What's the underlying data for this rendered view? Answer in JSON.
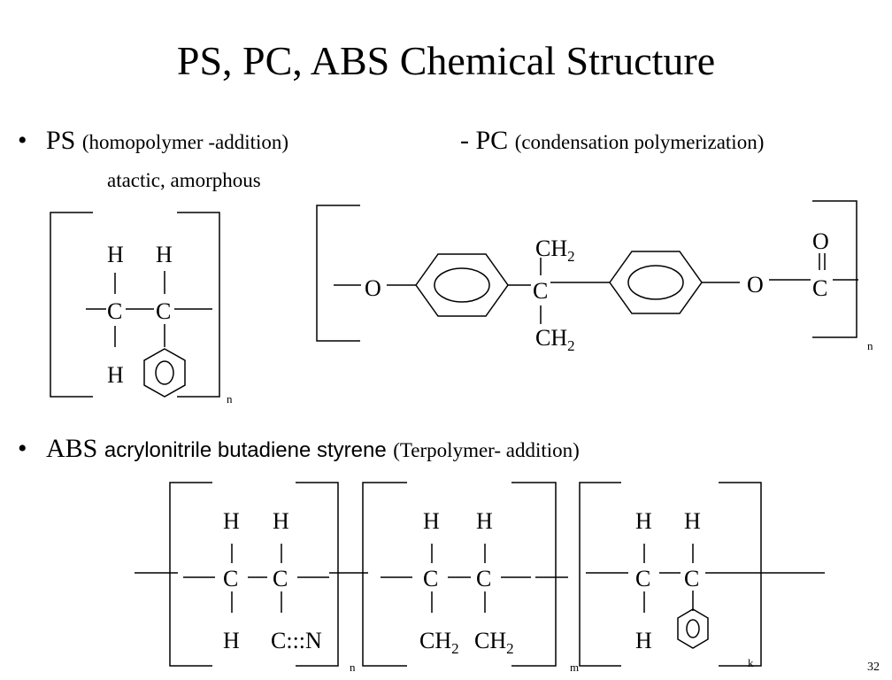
{
  "title": "PS, PC, ABS Chemical Structure",
  "ps": {
    "bullet": "•",
    "name": "PS",
    "desc": "(homopolymer -addition)",
    "note": "atactic, amorphous",
    "atoms": {
      "h1": "H",
      "h2": "H",
      "c1": "C",
      "c2": "C",
      "h3": "H"
    },
    "repeat": "n"
  },
  "pc": {
    "name": "- PC",
    "desc": "(condensation polymerization)",
    "atoms": {
      "o1": "O",
      "c": "C",
      "o2": "O",
      "o3": "O",
      "c2": "C"
    },
    "top_group": "CH",
    "bottom_group": "CH",
    "sub_top": "2",
    "sub_bottom": "2",
    "repeat": "n"
  },
  "abs": {
    "bullet": "•",
    "name": "ABS",
    "desc1": "acrylonitrile butadiene styrene",
    "desc2": "(Terpolymer- addition)",
    "unit1": {
      "h1": "H",
      "h2": "H",
      "c1": "C",
      "c2": "C",
      "h3": "H",
      "cn": "C:::N",
      "repeat": "n"
    },
    "unit2": {
      "h1": "H",
      "h2": "H",
      "c1": "C",
      "c2": "C",
      "ch1": "CH",
      "ch2": "CH",
      "sub1": "2",
      "sub2": "2",
      "repeat": "m"
    },
    "unit3": {
      "h1": "H",
      "h2": "H",
      "c1": "C",
      "c2": "C",
      "h3": "H",
      "repeat": "k"
    }
  },
  "page_number": "32"
}
